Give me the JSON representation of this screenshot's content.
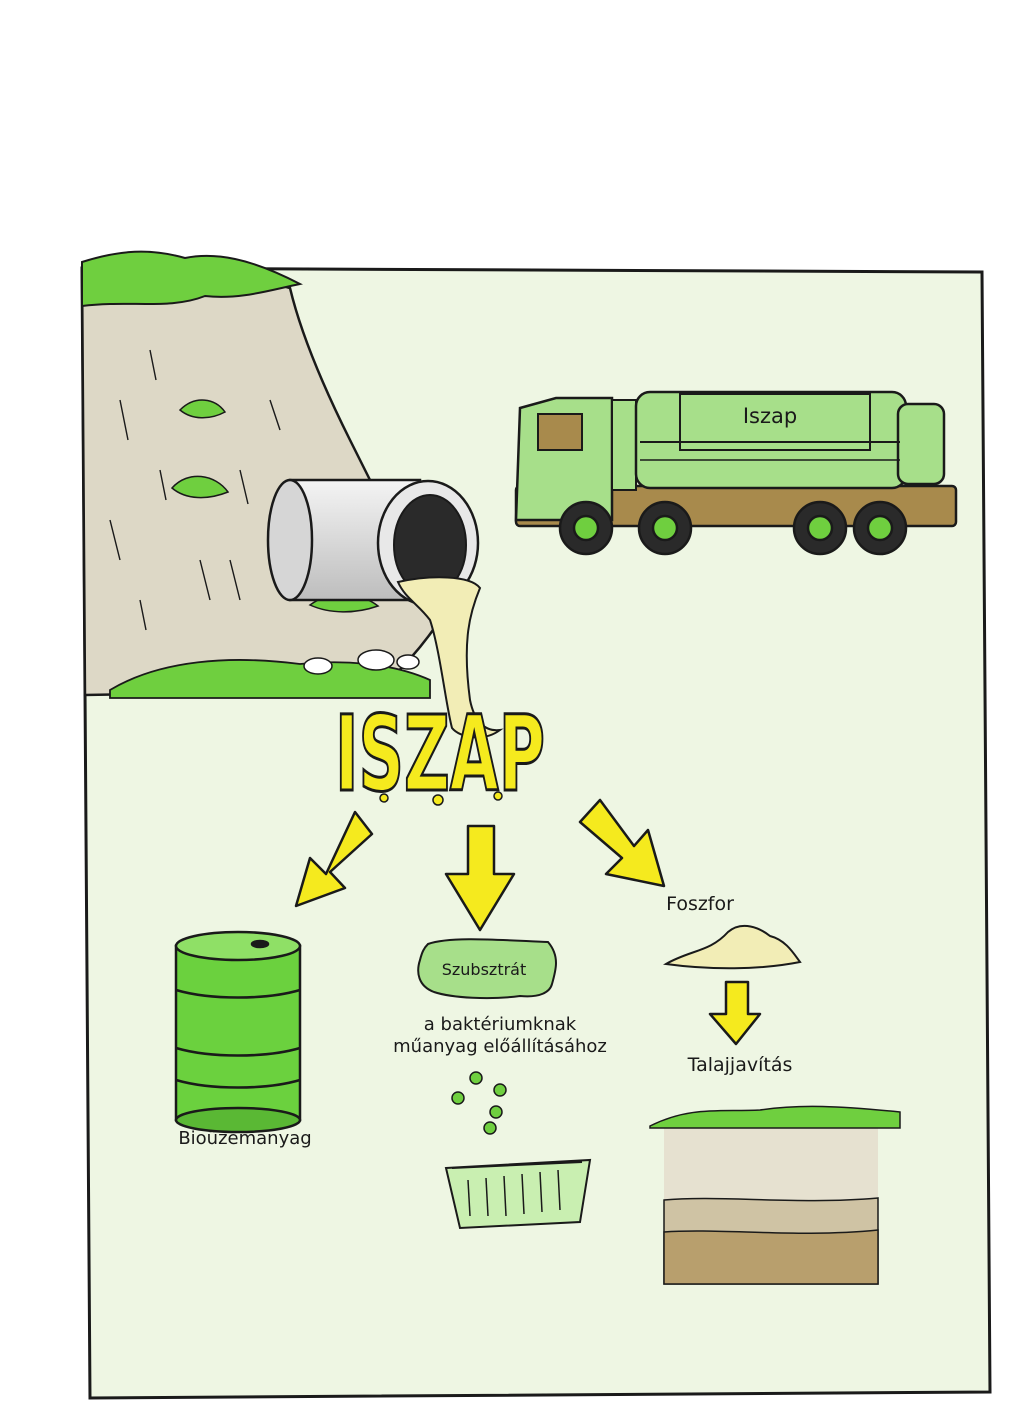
{
  "title": "ISZAP",
  "truck_label": "Iszap",
  "outputs": {
    "biofuel": "Bioüzemanyag",
    "substrate": "Szubsztrát",
    "substrate_desc_1": "a baktériumknak",
    "substrate_desc_2": "műanyag előállításához",
    "phosphorus": "Foszfor",
    "soil": "Talajjavítás"
  },
  "colors": {
    "panel": "#eef6e3",
    "grass": "#6fcf3f",
    "arrow": "#f5ea1e",
    "barrel": "#6bd13e",
    "truck": "#a7df8a",
    "truck_chassis": "#a88a4c",
    "hill": "#ddd8c6",
    "sludge": "#f2edb6"
  }
}
